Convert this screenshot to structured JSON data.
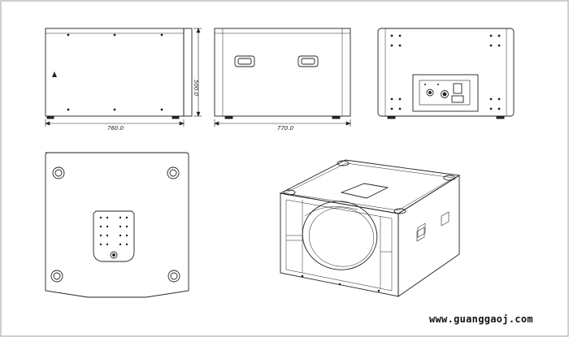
{
  "dimensions": {
    "front_width": "760.0",
    "height": "500.0",
    "side_depth": "770.0"
  },
  "watermark": "www.guanggaoj.com",
  "colors": {
    "line": "#222222",
    "background": "#ffffff"
  },
  "views": [
    {
      "name": "front-view"
    },
    {
      "name": "side-view"
    },
    {
      "name": "rear-view"
    },
    {
      "name": "top-view"
    },
    {
      "name": "isometric-view"
    }
  ]
}
